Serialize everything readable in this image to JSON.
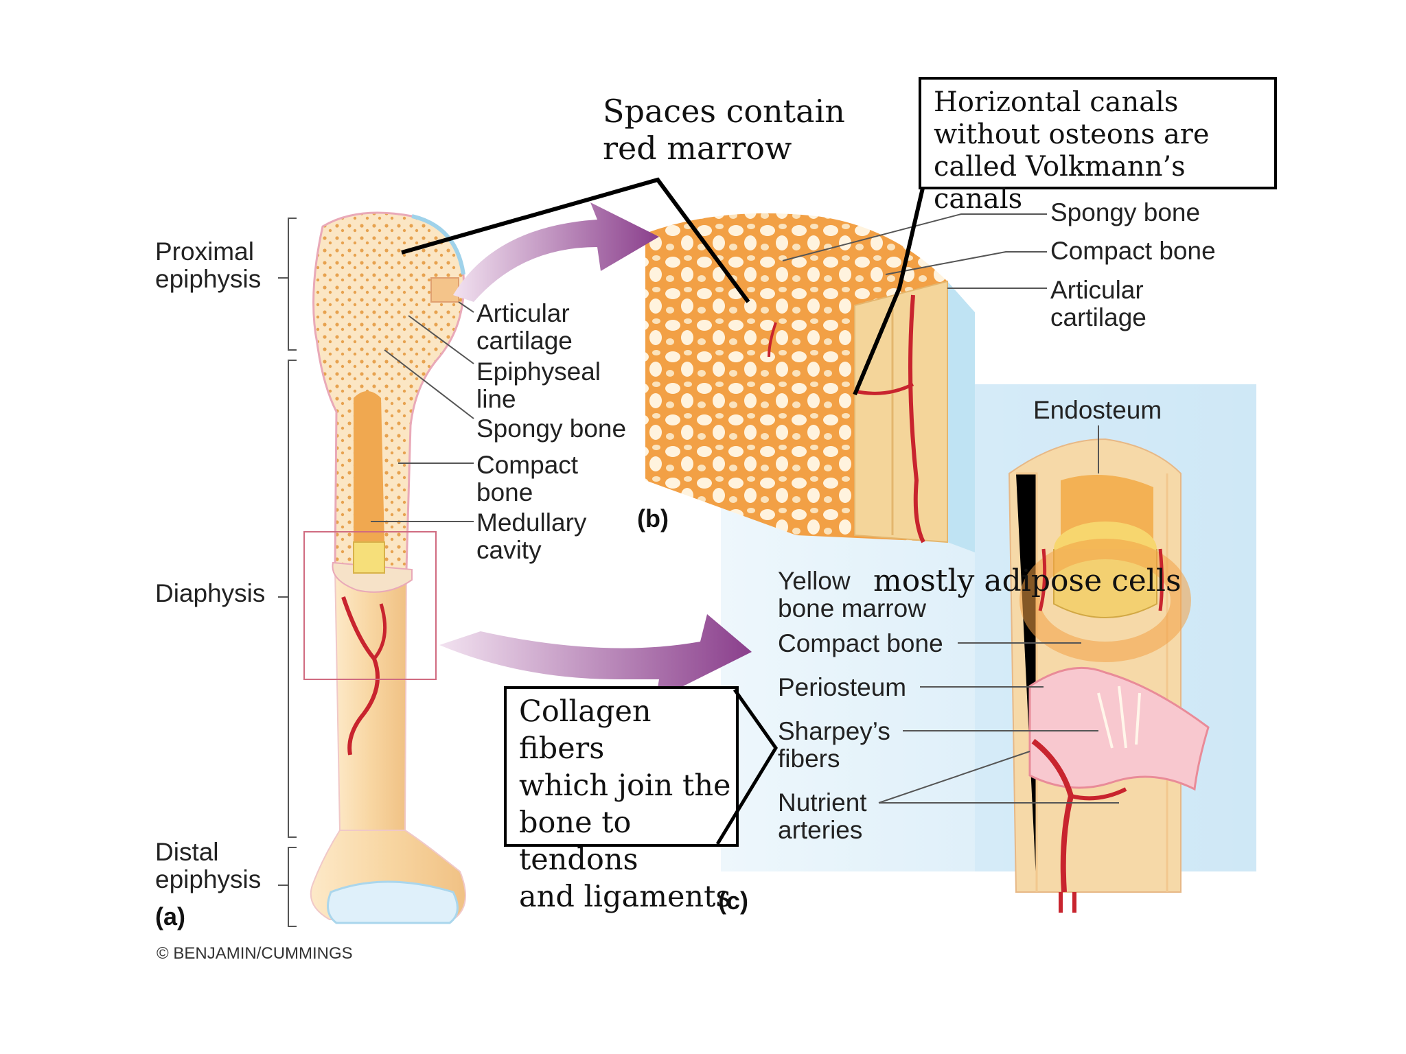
{
  "labels_a": {
    "proximal_epiphysis": "Proximal\nepiphysis",
    "diaphysis": "Diaphysis",
    "distal_epiphysis": "Distal\nepiphysis",
    "articular_cartilage": "Articular\ncartilage",
    "epiphyseal_line": "Epiphyseal\nline",
    "spongy_bone": "Spongy bone",
    "compact_bone": "Compact\nbone",
    "medullary_cavity": "Medullary\ncavity",
    "panel": "(a)"
  },
  "labels_b": {
    "spongy_bone": "Spongy bone",
    "compact_bone": "Compact bone",
    "articular_cartilage": "Articular\ncartilage",
    "panel": "(b)"
  },
  "labels_c": {
    "endosteum": "Endosteum",
    "yellow_bone_marrow": "Yellow\nbone marrow",
    "compact_bone": "Compact bone",
    "periosteum": "Periosteum",
    "sharpeys_fibers": "Sharpey’s\nfibers",
    "nutrient_arteries": "Nutrient\narteries",
    "panel": "(c)"
  },
  "annotations": {
    "spaces_red_marrow": "Spaces contain\nred marrow",
    "volkmann": "Horizontal canals\nwithout osteons are\ncalled Volkmann’s canals",
    "adipose": "mostly adipose cells",
    "collagen": "Collagen fibers\nwhich join the\nbone to tendons\nand ligaments"
  },
  "credit": "© BENJAMIN/CUMMINGS",
  "colors": {
    "bone": "#f6d9a8",
    "spongy": "#f0a24a",
    "artery": "#c8242e",
    "cartilage": "#bfe3f3",
    "arrow": "#8a3f8c",
    "background_panel": "#d6ecf8"
  }
}
